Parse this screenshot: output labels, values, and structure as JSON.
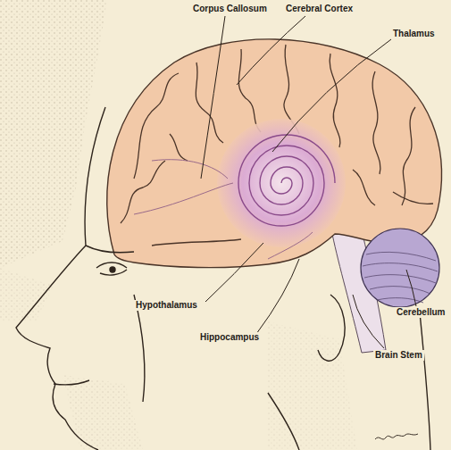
{
  "diagram": {
    "labels": [
      "Corpus Callosum",
      "Cerebral Cortex",
      "Thalamus",
      "Hypothalamus",
      "Hippocampus",
      "Cerebellum",
      "Brain Stem"
    ]
  }
}
